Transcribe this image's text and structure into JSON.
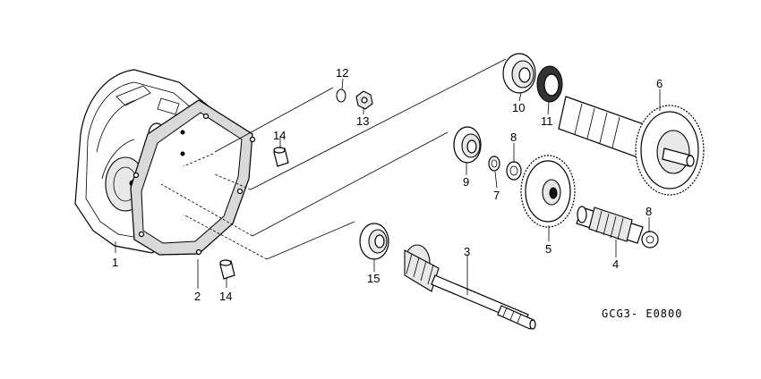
{
  "callouts": [
    {
      "id": "1",
      "text": "1"
    },
    {
      "id": "2",
      "text": "2"
    },
    {
      "id": "3",
      "text": "3"
    },
    {
      "id": "4",
      "text": "4"
    },
    {
      "id": "5",
      "text": "5"
    },
    {
      "id": "6",
      "text": "6"
    },
    {
      "id": "7",
      "text": "7"
    },
    {
      "id": "8a",
      "text": "8"
    },
    {
      "id": "8b",
      "text": "8"
    },
    {
      "id": "9",
      "text": "9"
    },
    {
      "id": "10",
      "text": "10"
    },
    {
      "id": "11",
      "text": "11"
    },
    {
      "id": "12",
      "text": "12"
    },
    {
      "id": "13",
      "text": "13"
    },
    {
      "id": "14a",
      "text": "14"
    },
    {
      "id": "14b",
      "text": "14"
    },
    {
      "id": "15",
      "text": "15"
    }
  ],
  "diagram_code": "GCG3- E0800"
}
